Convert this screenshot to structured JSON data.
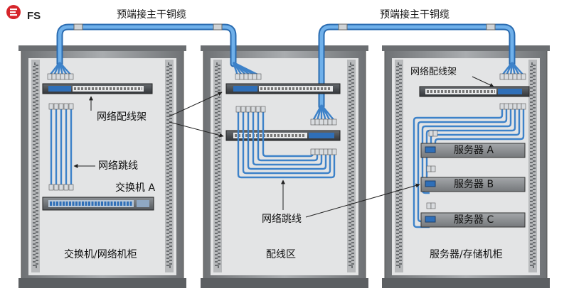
{
  "brand": {
    "logo_text": "FS",
    "logo_color": "#d6252b"
  },
  "colors": {
    "cable": "#4f93d6",
    "cable_dark": "#2a6bb0",
    "rack_frame": "#8f9295",
    "rack_inner": "#d7d8d9",
    "panel": "#4a4d51",
    "server": "#8a8d90",
    "accent_port": "#2f6fb8"
  },
  "trunk_labels": [
    "预端接主干铜缆",
    "预端接主干铜缆"
  ],
  "cabinets": [
    {
      "name": "交换机/网络机柜",
      "switch_label": "交换机 A",
      "patch_label": "网络配线架",
      "cord_label": "网络跳线"
    },
    {
      "name": "配线区",
      "cord_label": "网络跳线"
    },
    {
      "name": "服务器/存储机柜",
      "patch_label": "网络配线架",
      "servers": [
        "服务器 A",
        "服务器 B",
        "服务器 C"
      ]
    }
  ]
}
